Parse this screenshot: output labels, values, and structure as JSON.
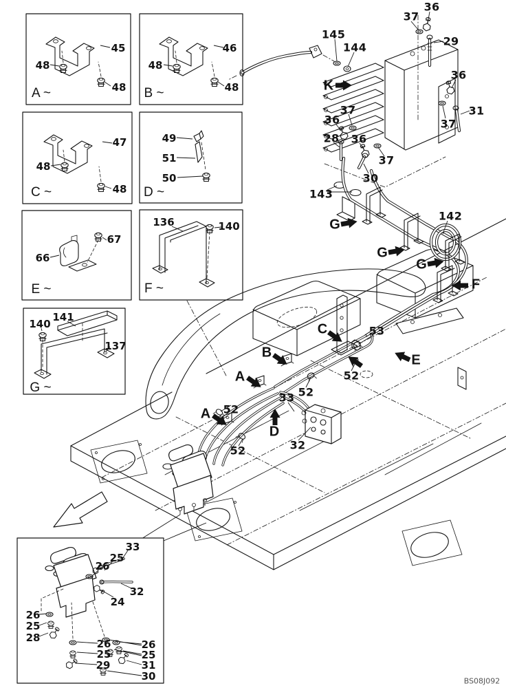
{
  "figure": {
    "drawing_id": "BS08J092"
  },
  "detail_views": {
    "a": {
      "tag": "A ~",
      "bracket": "45",
      "bolt_upper": "48",
      "bolt_lower": "48"
    },
    "b": {
      "tag": "B ~",
      "bracket": "46",
      "bolt_upper": "48",
      "bolt_lower": "48"
    },
    "c": {
      "tag": "C ~",
      "bracket": "47",
      "bolt_upper": "48",
      "bolt_lower": "48"
    },
    "d": {
      "tag": "D ~",
      "clip": "49",
      "wedge": "51",
      "bolt": "50"
    },
    "e": {
      "tag": "E ~",
      "bolt": "67",
      "clamp": "66"
    },
    "f": {
      "tag": "F ~",
      "bracket": "136",
      "bolt": "140"
    },
    "g": {
      "tag": "G ~",
      "bolt": "140",
      "strip": "141",
      "bracket": "137"
    }
  },
  "main_view": {
    "view_arrows": {
      "k": "K",
      "g1": "G",
      "g2": "G",
      "g3": "G",
      "f": "F",
      "e": "E",
      "c": "C",
      "b": "B",
      "a1": "A",
      "a2": "A",
      "d": "D"
    },
    "callouts": {
      "c37_top": "37",
      "c36_top": "36",
      "c29": "29",
      "c145": "145",
      "c144": "144",
      "c36_right": "36",
      "c31": "31",
      "c37_right": "37",
      "c37_left": "37",
      "c36_left": "36",
      "c28": "28",
      "c36_mid": "36",
      "c37_mid": "37",
      "c30": "30",
      "c143": "143",
      "c142": "142",
      "c53": "53",
      "c52_a": "52",
      "c52_b": "52",
      "c52_c": "52",
      "c52_d": "52",
      "c33": "33",
      "c32": "32"
    }
  },
  "inset_view": {
    "callouts": {
      "c33": "33",
      "c25_a": "25",
      "c26_a": "26",
      "c32": "32",
      "c24": "24",
      "c26_b": "26",
      "c25_b": "25",
      "c28": "28",
      "c26_c": "26",
      "c26_d": "26",
      "c25_c": "25",
      "c25_d": "25",
      "c29": "29",
      "c31": "31",
      "c30": "30"
    }
  }
}
